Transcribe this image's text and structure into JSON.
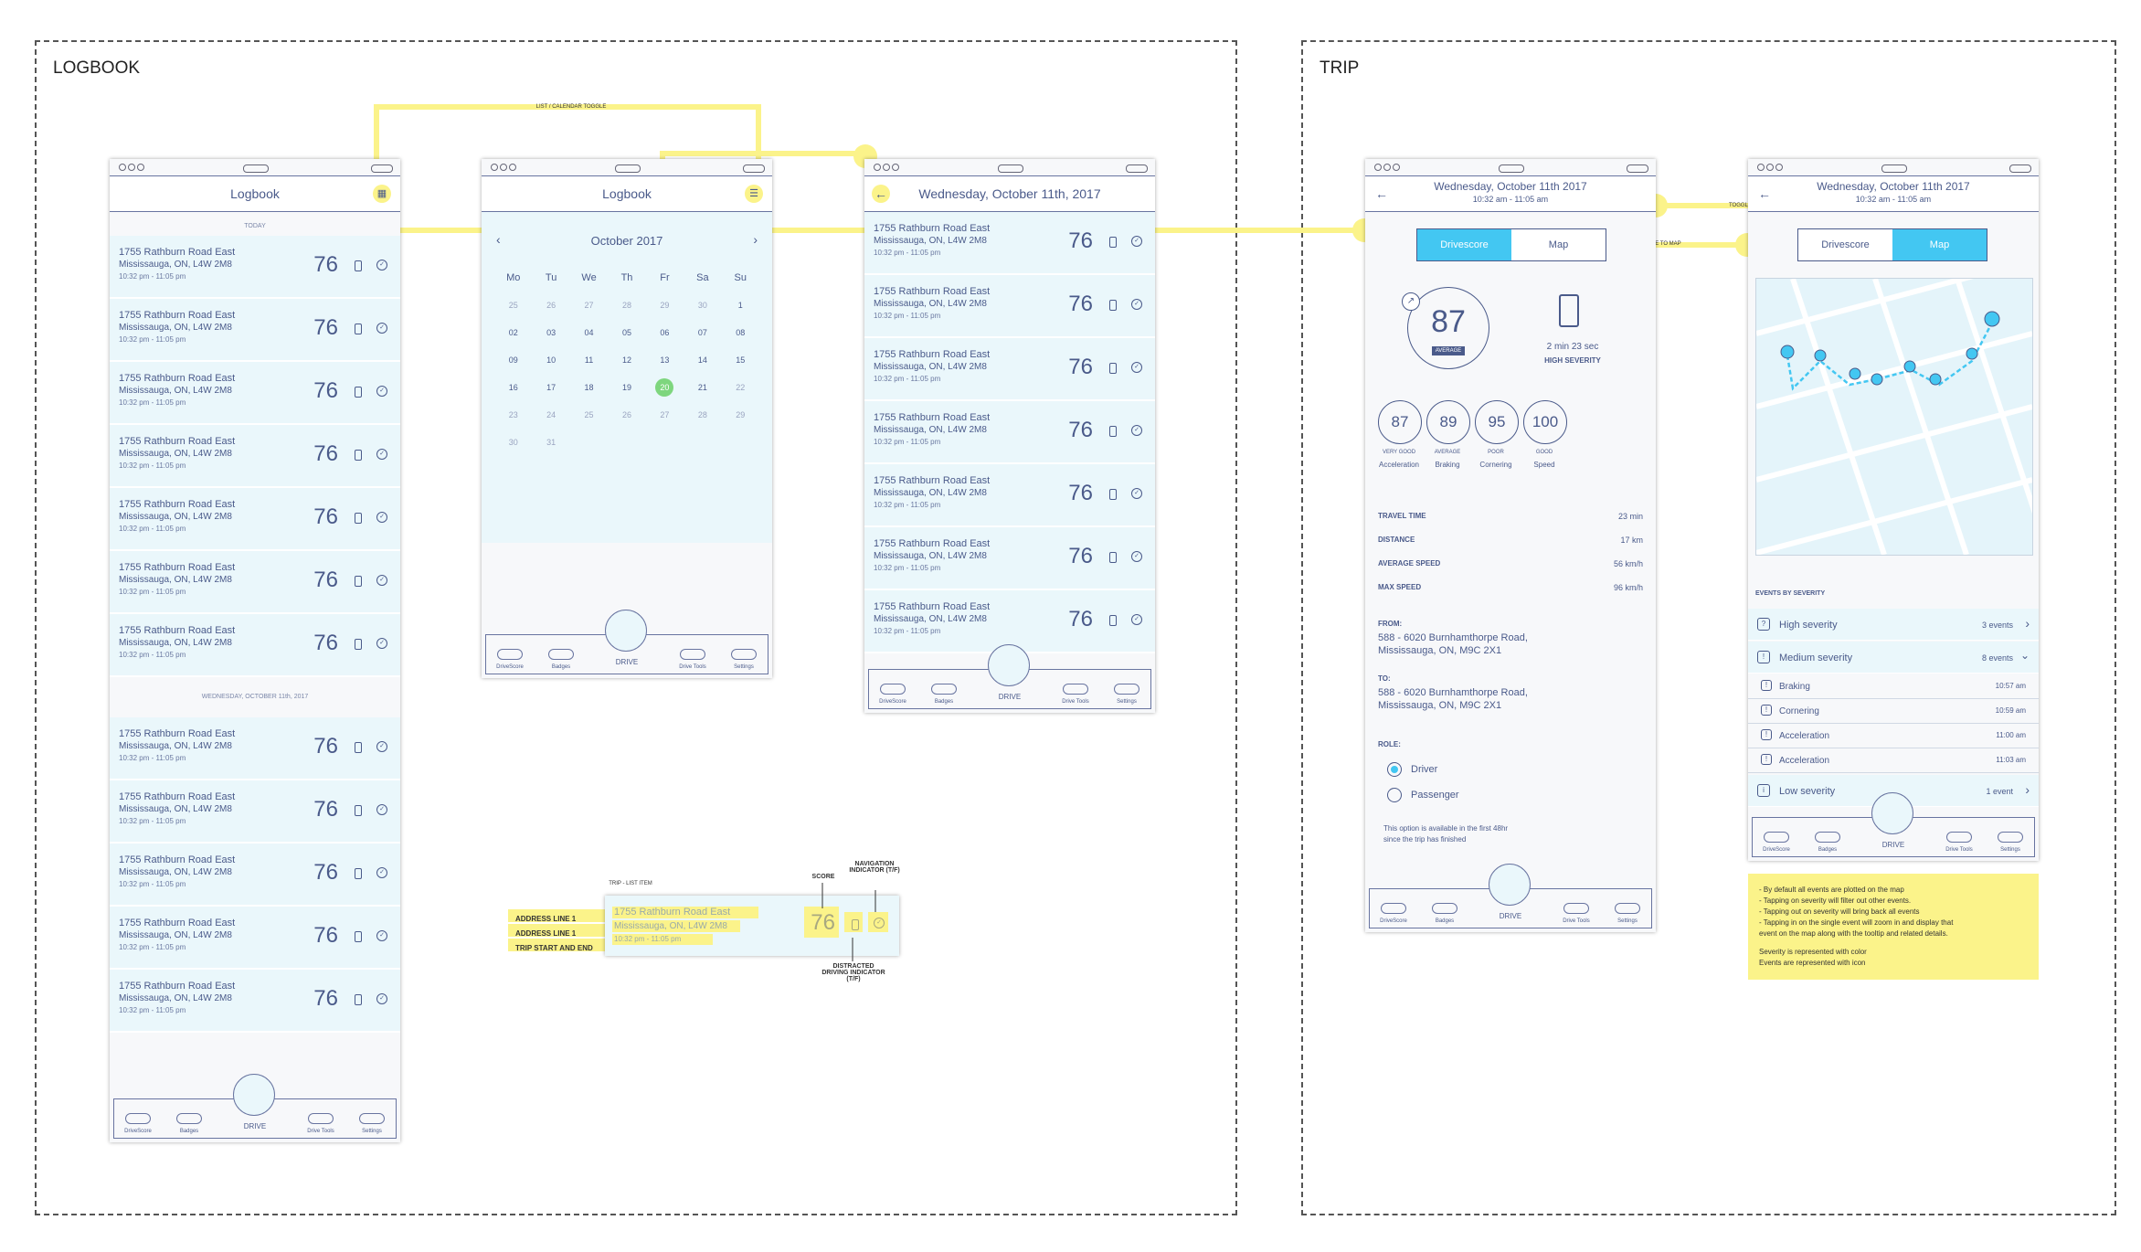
{
  "logbook_frame": {
    "title": "LOGBOOK"
  },
  "trip_frame": {
    "title": "TRIP"
  },
  "annotations": {
    "list_calendar_toggle": "LIST / CALENDAR TOGGLE",
    "toggle_to_drivescore": "TOGGLE TO DRIVESCORE",
    "toggle_to_map": "TOGGLE TO MAP",
    "trip_list_item": "TRIP - LIST ITEM",
    "address_line_1a": "ADDRESS LINE 1",
    "address_line_1b": "ADDRESS LINE 1",
    "trip_start_end": "TRIP START AND END",
    "score": "SCORE",
    "navigation_indicator": "NAVIGATION INDICATOR (T/F)",
    "distracted_driving_indicator": "DISTRACTED DRIVING INDICATOR (T/F)"
  },
  "trip_item": {
    "address1": "1755 Rathburn Road East",
    "address2": "Mississauga, ON, L4W 2M8",
    "time": "10:32 pm - 11:05 pm",
    "score": "76"
  },
  "logbook": {
    "title": "Logbook",
    "section_today": "TODAY",
    "section_date": "WEDNESDAY, OCTOBER 11th, 2017"
  },
  "calendar": {
    "title": "Logbook",
    "month": "October 2017",
    "weekdays": [
      "Mo",
      "Tu",
      "We",
      "Th",
      "Fr",
      "Sa",
      "Su"
    ],
    "days": [
      "25",
      "26",
      "27",
      "28",
      "29",
      "30",
      "1",
      "02",
      "03",
      "04",
      "05",
      "06",
      "07",
      "08",
      "09",
      "10",
      "11",
      "12",
      "13",
      "14",
      "15",
      "16",
      "17",
      "18",
      "19",
      "20",
      "21",
      "22",
      "23",
      "24",
      "25",
      "26",
      "27",
      "28",
      "29",
      "30",
      "31"
    ],
    "selected": "20"
  },
  "day_list": {
    "title": "Wednesday, October 11th, 2017"
  },
  "tabs": {
    "drivescore": "DriveScore",
    "badges": "Badges",
    "drive": "DRIVE",
    "drive_tools": "Drive Tools",
    "settings": "Settings"
  },
  "trip_score": {
    "date": "Wednesday, October 11th 2017",
    "time": "10:32 am - 11:05 am",
    "toggle_drivescore": "Drivescore",
    "toggle_map": "Map",
    "score": "87",
    "score_label": "AVERAGE",
    "distracted_time": "2 min 23 sec",
    "distracted_severity": "HIGH SEVERITY",
    "sub_scores": [
      {
        "value": "87",
        "rating": "VERY GOOD",
        "name": "Acceleration"
      },
      {
        "value": "89",
        "rating": "AVERAGE",
        "name": "Braking"
      },
      {
        "value": "95",
        "rating": "POOR",
        "name": "Cornering"
      },
      {
        "value": "100",
        "rating": "GOOD",
        "name": "Speed"
      }
    ],
    "stats": [
      {
        "key": "TRAVEL TIME",
        "value": "23 min"
      },
      {
        "key": "DISTANCE",
        "value": "17 km"
      },
      {
        "key": "AVERAGE SPEED",
        "value": "56 km/h"
      },
      {
        "key": "MAX SPEED",
        "value": "96 km/h"
      }
    ],
    "from_label": "FROM:",
    "from_line1": "588 - 6020 Burnhamthorpe Road,",
    "from_line2": "Mississauga, ON, M9C 2X1",
    "to_label": "TO:",
    "to_line1": "588 - 6020 Burnhamthorpe Road,",
    "to_line2": "Mississauga, ON, M9C 2X1",
    "role_label": "ROLE:",
    "role_driver": "Driver",
    "role_passenger": "Passenger",
    "role_note_1": "This option is available in the first 48hr",
    "role_note_2": "since the trip has finished"
  },
  "trip_map": {
    "date": "Wednesday, October 11th 2017",
    "time": "10:32 am - 11:05 am",
    "toggle_drivescore": "Drivescore",
    "toggle_map": "Map",
    "events_header": "EVENTS BY SEVERITY",
    "high": {
      "label": "High severity",
      "count": "3 events"
    },
    "medium": {
      "label": "Medium severity",
      "count": "8 events"
    },
    "medium_events": [
      {
        "name": "Braking",
        "time": "10:57 am"
      },
      {
        "name": "Cornering",
        "time": "10:59 am"
      },
      {
        "name": "Acceleration",
        "time": "11:00 am"
      },
      {
        "name": "Acceleration",
        "time": "11:03 am"
      }
    ],
    "low": {
      "label": "Low severity",
      "count": "1 event"
    }
  },
  "notes": [
    "- By default all events are plotted on the map",
    "- Tapping on severity will filter out other events.",
    "- Tapping out on severity will bring back all events",
    "- Tapping in on the single event will zoom in and display that",
    "event on the map along with the tooltip and related details.",
    "",
    "Severity is represented with color",
    "Events are represented with icon"
  ],
  "colors": {
    "accent": "#43c7f2",
    "highlight": "#fbf38a",
    "ink": "#4a5a8a",
    "selected_day": "#7ed67e"
  }
}
